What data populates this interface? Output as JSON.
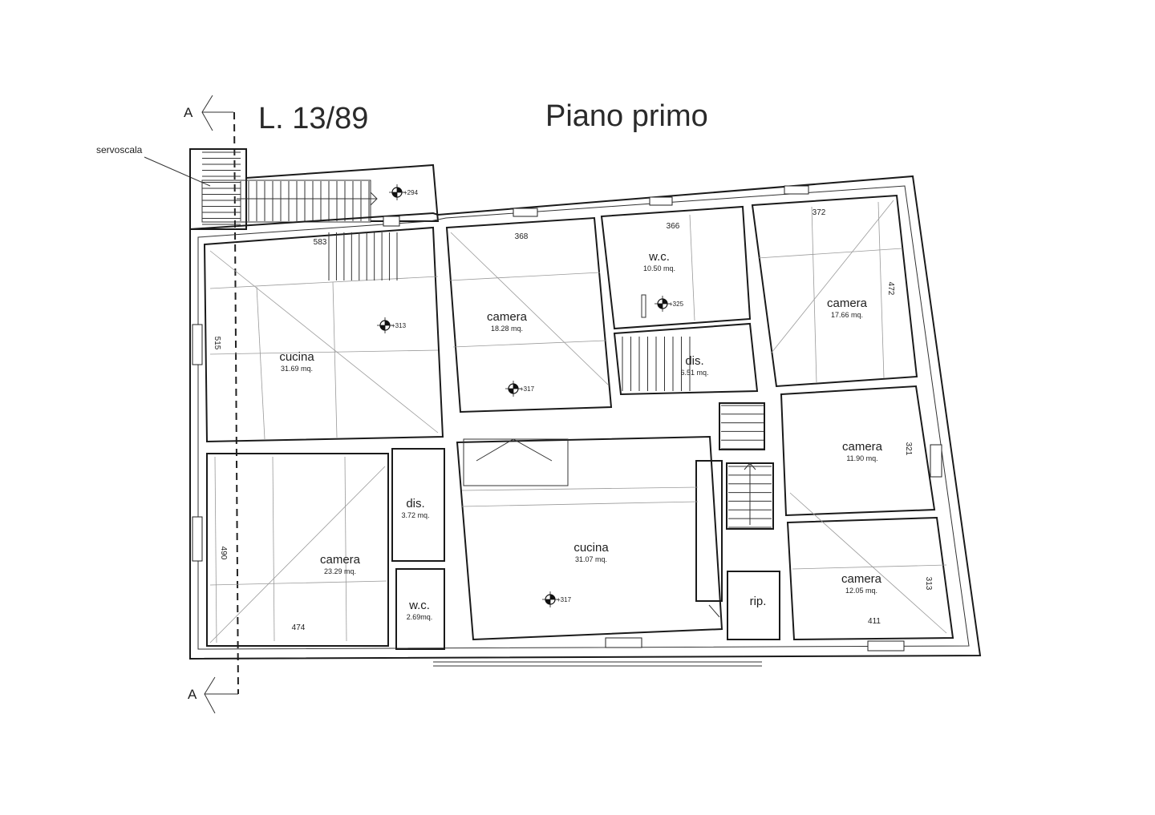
{
  "title": "Piano primo",
  "law_ref": "L. 13/89",
  "section_marker": "A",
  "note": "servoscala",
  "rooms": [
    {
      "name": "cucina",
      "area": "31.69 mq."
    },
    {
      "name": "camera",
      "area": "18.28 mq."
    },
    {
      "name": "w.c.",
      "area": "10.50 mq."
    },
    {
      "name": "camera",
      "area": "17.66 mq."
    },
    {
      "name": "dis.",
      "area": "6.51 mq."
    },
    {
      "name": "camera",
      "area": "11.90 mq."
    },
    {
      "name": "camera",
      "area": "23.29 mq."
    },
    {
      "name": "dis.",
      "area": "3.72 mq."
    },
    {
      "name": "w.c.",
      "area": "2.69mq."
    },
    {
      "name": "cucina",
      "area": "31.07 mq."
    },
    {
      "name": "camera",
      "area": "12.05 mq."
    },
    {
      "name": "rip.",
      "area": ""
    }
  ],
  "dimensions": [
    "583",
    "515",
    "368",
    "366",
    "372",
    "472",
    "321",
    "490",
    "474",
    "313",
    "411"
  ],
  "elevations": [
    "+294",
    "+313",
    "+317",
    "+325",
    "+317"
  ]
}
